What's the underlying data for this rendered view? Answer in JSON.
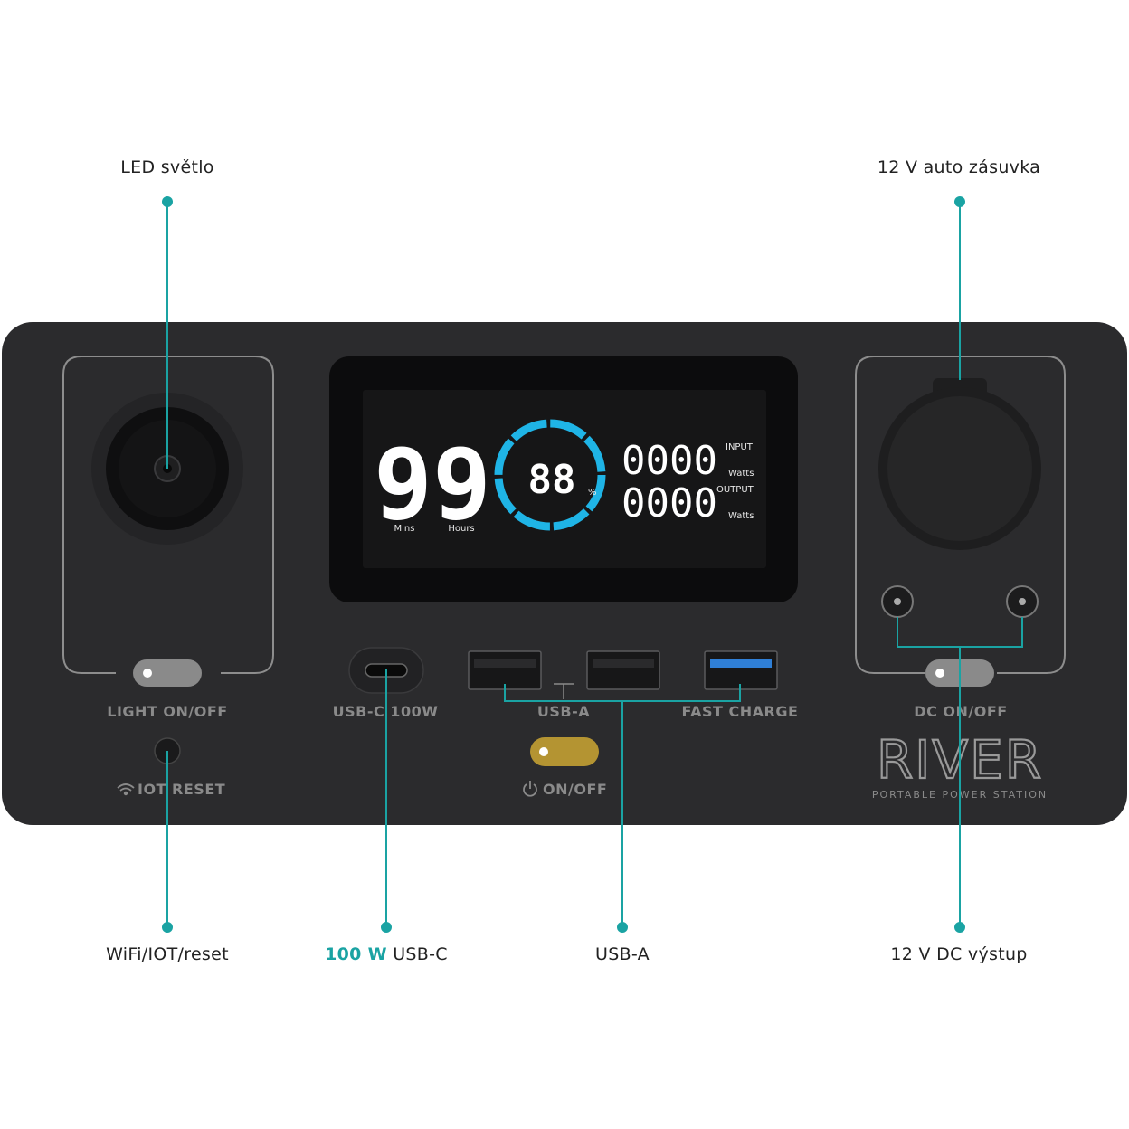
{
  "callouts": {
    "led_light": "LED světlo",
    "car_socket": "12 V auto zásuvka",
    "wifi_reset": "WiFi/IOT/reset",
    "usbc_accent": "100 W",
    "usbc_rest": " USB-C",
    "usba": "USB-A",
    "dc_output": "12 V DC výstup"
  },
  "panel": {
    "light_onoff": "LIGHT ON/OFF",
    "iot_reset": "IOT RESET",
    "usbc_label": "USB-C 100W",
    "usba_label": "USB-A",
    "fast_charge": "FAST CHARGE",
    "power_onoff": "ON/OFF",
    "dc_onoff": "DC ON/OFF",
    "brand": "RIVER",
    "tagline": "PORTABLE POWER STATION"
  },
  "display": {
    "time_digits": "99",
    "mins_label": "Mins",
    "hours_label": "Hours",
    "percent_digits": "88",
    "percent_sign": "%",
    "input_digits": "0000",
    "output_digits": "0000",
    "input_label": "INPUT",
    "output_label": "OUTPUT",
    "watts_label_1": "Watts",
    "watts_label_2": "Watts"
  },
  "colors": {
    "accent_teal": "#1aa3a3",
    "ring_blue": "#1fb4e6",
    "panel_body": "#2b2b2d",
    "power_button": "#b49432",
    "fast_charge_port": "#2f7fd6"
  }
}
